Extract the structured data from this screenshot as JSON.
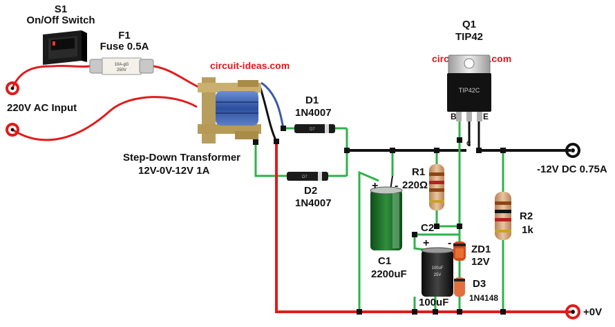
{
  "watermark": {
    "text": "circuit-ideas.com",
    "color": "#e8141c"
  },
  "colors": {
    "wire_red": "#e01b1b",
    "wire_green": "#2db24a",
    "wire_black": "#111111",
    "wire_blue": "#3a5aa8"
  },
  "components": {
    "switch": {
      "ref": "S1",
      "name": "On/Off Switch"
    },
    "fuse": {
      "ref": "F1",
      "name": "Fuse 0.5A",
      "body_text_1": "10A-gG",
      "body_text_2": "250V"
    },
    "ac_input": {
      "label": "220V AC Input"
    },
    "transformer": {
      "name": "Step-Down Transformer",
      "rating": "12V-0V-12V 1A"
    },
    "d1": {
      "ref": "D1",
      "part": "1N4007",
      "body_text": "D7"
    },
    "d2": {
      "ref": "D2",
      "part": "1N4007",
      "body_text": "D7"
    },
    "c1": {
      "ref": "C1",
      "value": "2200uF",
      "plus": "+",
      "minus": "-"
    },
    "r1": {
      "ref": "R1",
      "value": "220Ω"
    },
    "c2": {
      "ref": "C2",
      "value": "100uF",
      "plus": "+",
      "minus": "-",
      "body_text_1": "100uF",
      "body_text_2": "25V"
    },
    "zd1": {
      "ref": "ZD1",
      "value": "12V"
    },
    "d3": {
      "ref": "D3",
      "part": "1N4148"
    },
    "q1": {
      "ref": "Q1",
      "part": "TIP42",
      "pin_b": "B",
      "pin_c": "C",
      "pin_e": "E",
      "body_text": "TIP42C"
    },
    "r2": {
      "ref": "R2",
      "value": "1k"
    }
  },
  "outputs": {
    "negative": {
      "label": "-12V DC 0.75A"
    },
    "ground": {
      "label": "+0V"
    }
  }
}
